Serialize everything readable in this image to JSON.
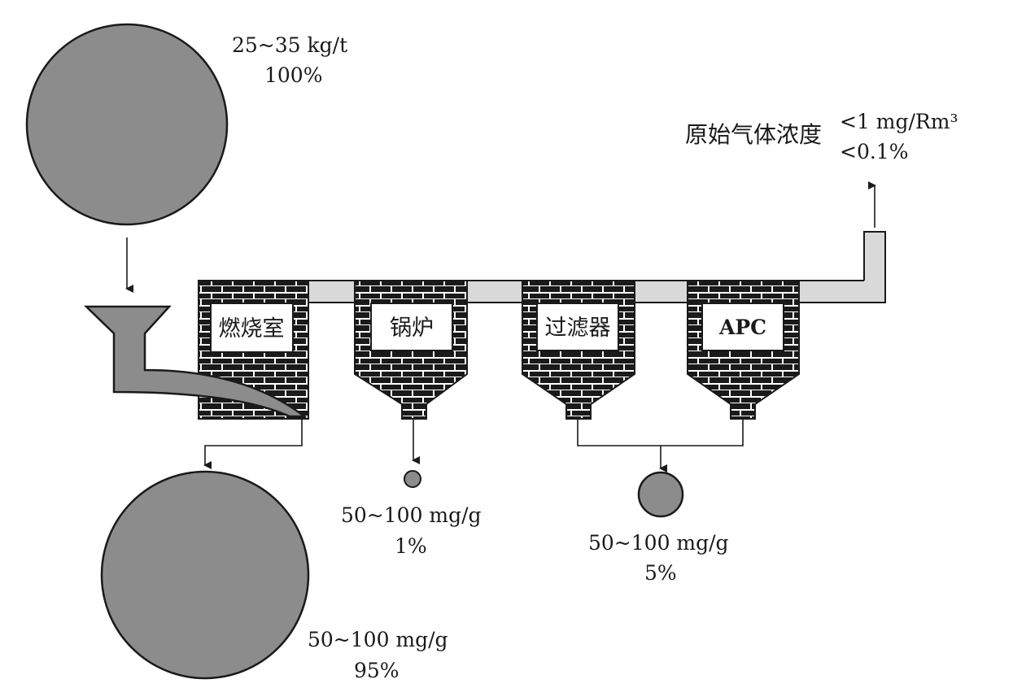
{
  "colors": {
    "ash_fill": "#8c8c8c",
    "duct_fill": "#d9d9d9",
    "brick_fill": "#1a1a1a",
    "mortar": "#ffffff",
    "line": "#1a1a1a"
  },
  "input": {
    "value": "25~35 kg/t",
    "percent": "100%"
  },
  "stack_output": {
    "label": "原始气体浓度",
    "value": "<1 mg/Rm³",
    "percent": "<0.1%"
  },
  "units": [
    {
      "name": "燃烧室"
    },
    {
      "name": "锅炉"
    },
    {
      "name": "过滤器"
    },
    {
      "name": "APC"
    }
  ],
  "outputs": {
    "bottom_ash": {
      "value": "50~100 mg/g",
      "percent": "95%"
    },
    "boiler_ash": {
      "value": "50~100 mg/g",
      "percent": "1%"
    },
    "fly_ash": {
      "value": "50~100 mg/g",
      "percent": "5%"
    }
  }
}
